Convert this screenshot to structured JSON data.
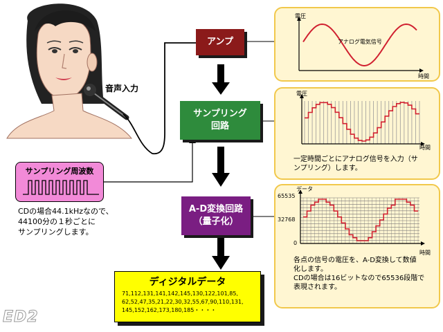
{
  "colors": {
    "amp": "#8b1a1a",
    "sampling": "#2e8b3c",
    "adc": "#7a1e82",
    "output": "#ffff00",
    "pink": "#f28ad8",
    "panel_bg": "#fff6d2",
    "panel_border": "#f1c84b",
    "wave": "#d02030"
  },
  "labels": {
    "voice_input": "音声入力",
    "amp": "アンプ",
    "sampling_line1": "サンプリング",
    "sampling_line2": "回路",
    "adc_line1": "A-D変換回路",
    "adc_line2": "（量子化）",
    "sampling_freq": "サンプリング周波数",
    "cd_note": [
      "CDの場合44.1kHzなので、",
      "44100分の１秒ごとに",
      "サンプリングします。"
    ],
    "digital_title": "ディジタルデータ",
    "digital_values": [
      "71,112,131,141,142,145,130,122,101,85,",
      "62,52,47,35,21,22,30,32,55,67,90,110,131,",
      "145,152,162,173,180,185・・・・"
    ],
    "logo": "ED2"
  },
  "panel1": {
    "ylabel": "電圧",
    "xlabel": "時間",
    "annotation": "アナログ電気信号"
  },
  "panel2": {
    "ylabel": "電圧",
    "xlabel": "時間",
    "caption": [
      "一定時間ごとにアナログ信号を入力（サ",
      "ンプリング）します。"
    ]
  },
  "panel3": {
    "ylabel": "データ",
    "xlabel": "時間",
    "ticks": [
      "65535",
      "32768",
      "0"
    ],
    "caption": [
      "各点の信号の電圧を、A-D変換して数値",
      "化します。",
      "CDの場合は16ビットなので65536段階で",
      "表現されます。"
    ]
  }
}
